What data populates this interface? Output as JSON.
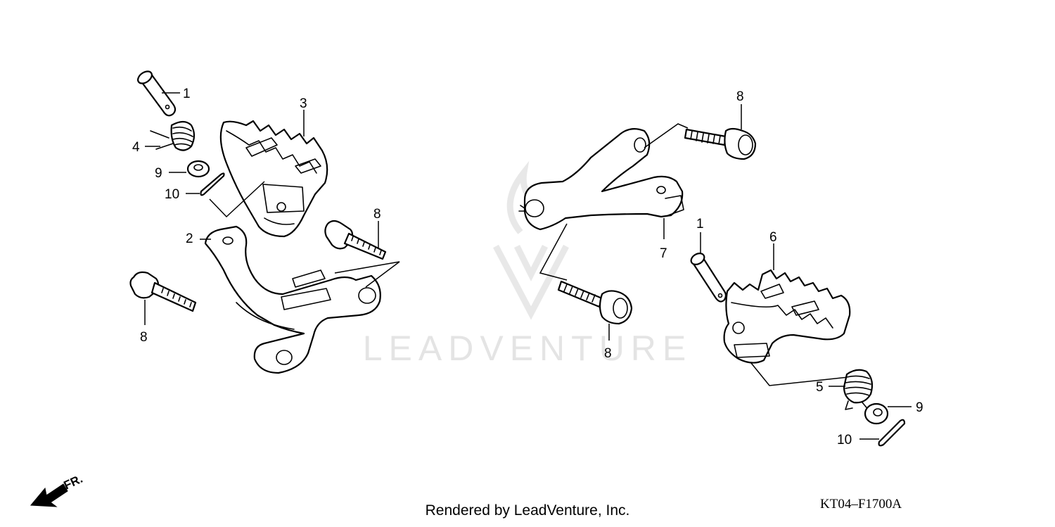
{
  "watermark": {
    "text": "LEADVENTURE"
  },
  "callouts": {
    "left_pin": "1",
    "left_bracket": "2",
    "left_footpeg": "3",
    "left_spring": "4",
    "left_washer": "9",
    "left_cotter": "10",
    "left_bolt_upper": "8",
    "left_bolt_lower": "8",
    "right_bolt_upper": "8",
    "right_bracket": "7",
    "right_bolt_lower": "8",
    "right_pin": "1",
    "right_footpeg": "6",
    "right_spring": "5",
    "right_washer": "9",
    "right_cotter": "10"
  },
  "direction_indicator": {
    "label": "FR."
  },
  "footer": {
    "credit": "Rendered by LeadVenture, Inc.",
    "diagram_code": "KT04–F1700A"
  }
}
